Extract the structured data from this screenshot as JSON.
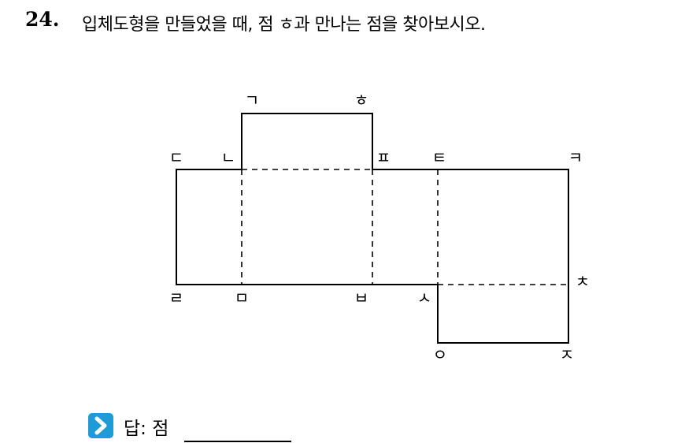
{
  "question": {
    "number": "24.",
    "text": "입체도형을 만들었을 때, 점 ㅎ과 만나는 점을 찾아보시오."
  },
  "figure": {
    "labels": {
      "g": "ㄱ",
      "h": "ㅎ",
      "d": "ㄷ",
      "n": "ㄴ",
      "p": "ㅍ",
      "t": "ㅌ",
      "k": "ㅋ",
      "r": "ㄹ",
      "m": "ㅁ",
      "b": "ㅂ",
      "s": "ㅅ",
      "ch": "ㅊ",
      "o": "ㅇ",
      "j": "ㅈ"
    }
  },
  "answer": {
    "label": "답: 점",
    "icon": "chevron-right-icon",
    "icon_color": "#1e9ad6"
  }
}
